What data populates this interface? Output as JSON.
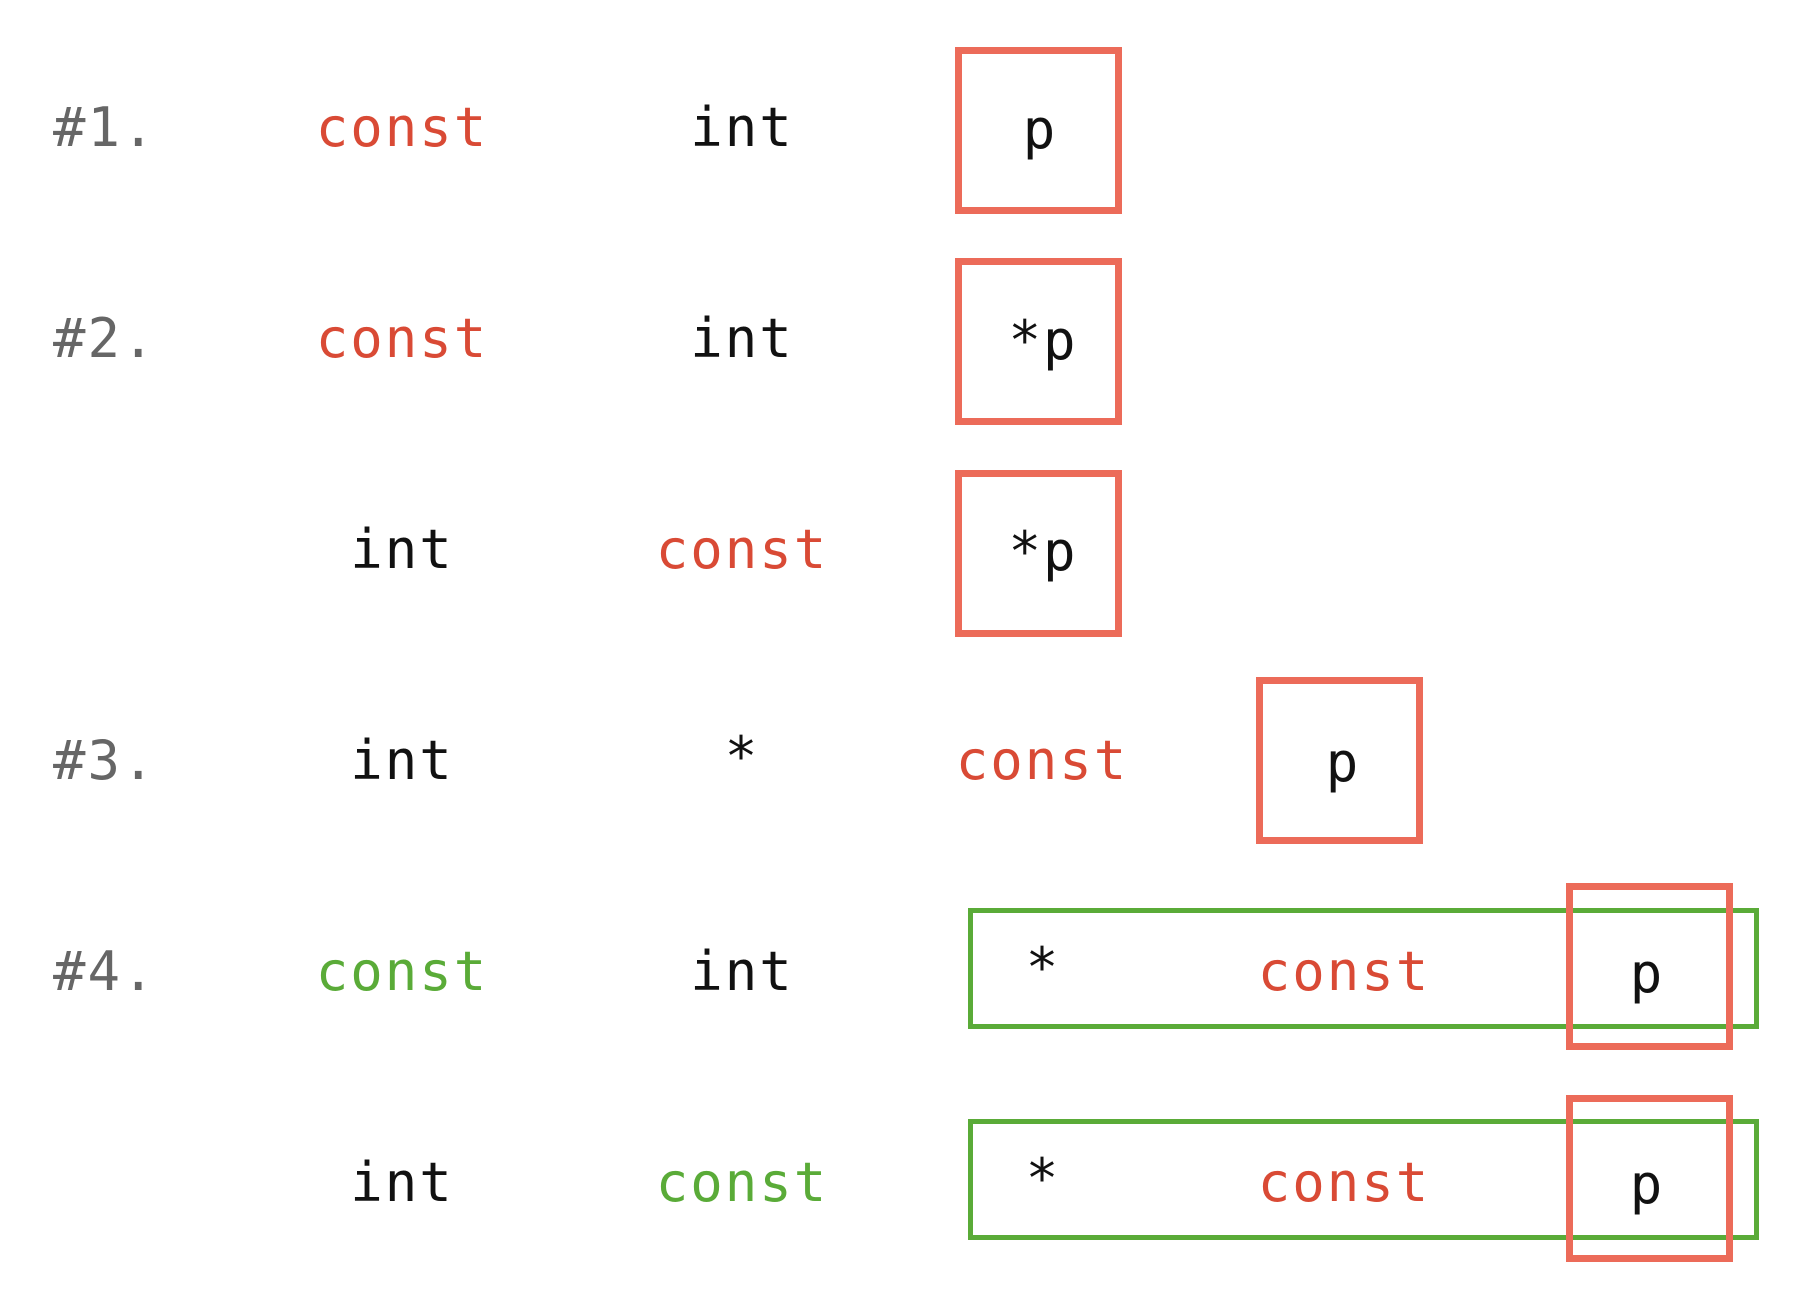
{
  "colors": {
    "keyword_red": "#d94a35",
    "keyword_green": "#5aab38",
    "box_red": "#ec6b59",
    "box_green": "#5aab38",
    "label_gray": "#666666"
  },
  "rows": [
    {
      "label": "#1.",
      "tokens": [
        "const",
        "int",
        "p"
      ]
    },
    {
      "label": "#2.",
      "tokens": [
        "const",
        "int",
        "*p"
      ]
    },
    {
      "label": "",
      "tokens": [
        "int",
        "const",
        "*p"
      ]
    },
    {
      "label": "#3.",
      "tokens": [
        "int",
        "*",
        "const",
        "p"
      ]
    },
    {
      "label": "#4.",
      "tokens": [
        "const",
        "int",
        "*",
        "const",
        "p"
      ]
    },
    {
      "label": "",
      "tokens": [
        "int",
        "const",
        "*",
        "const",
        "p"
      ]
    }
  ]
}
